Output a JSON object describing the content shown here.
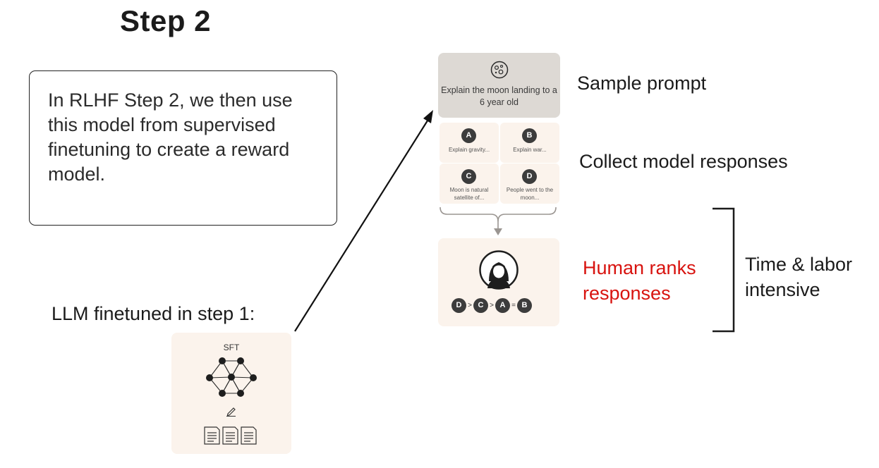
{
  "title": "Step 2",
  "note": "In RLHF Step 2, we then use this model from supervised finetuning to create a reward model.",
  "llm_label": "LLM finetuned in step 1:",
  "sft_label": "SFT",
  "prompt_text": "Explain the moon landing to a 6 year old",
  "responses": [
    {
      "badge": "A",
      "text": "Explain gravity..."
    },
    {
      "badge": "B",
      "text": "Explain war..."
    },
    {
      "badge": "C",
      "text": "Moon is natural satellite of..."
    },
    {
      "badge": "D",
      "text": "People went to the moon..."
    }
  ],
  "ranking": {
    "badges": [
      "D",
      "C",
      "A",
      "B"
    ],
    "operators": [
      ">",
      ">",
      "="
    ]
  },
  "labels": {
    "sample_prompt": "Sample prompt",
    "collect": "Collect model responses",
    "human_ranks": "Human ranks responses",
    "time_labor": "Time & labor intensive"
  },
  "colors": {
    "highlight": "#d8130f",
    "card": "#fbf3ec",
    "prompt_card": "#ddd9d4",
    "badge": "#3c3c3c"
  },
  "icons": [
    "moon-icon",
    "neural-network-icon",
    "pencil-icon",
    "document-icon",
    "person-avatar-icon"
  ]
}
